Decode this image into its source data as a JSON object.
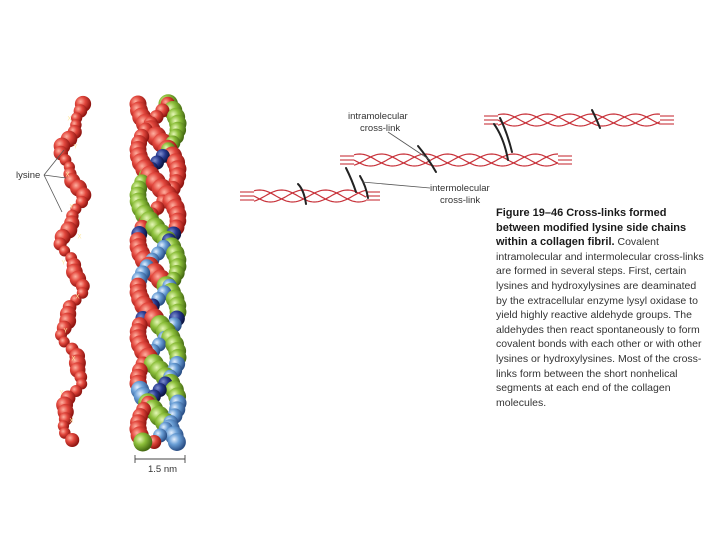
{
  "labels": {
    "lysine": "lysine",
    "intramolecular": [
      "intramolecular",
      "cross-link"
    ],
    "intermolecular": [
      "intermolecular",
      "cross-link"
    ],
    "scale": "1.5 nm"
  },
  "caption": {
    "figure_number": "Figure 19–46",
    "title": "Cross-links formed between modified lysine side chains within a collagen fibril.",
    "body": "Covalent intramolecular and intermolecular cross-links are formed in several steps. First, certain lysines and hydroxylysines are deaminated by the extracellular enzyme lysyl oxidase to yield highly reactive aldehyde groups. The aldehydes then react spontaneously to form covalent bonds with each other or with other lysines or hydroxylysines. Most of the cross-links form between the short nonhelical segments at each end of the collagen molecules."
  },
  "colors": {
    "red": "#d9423a",
    "green": "#8cbf3a",
    "blue": "#6a9fd6",
    "helix": "#c8333b",
    "link": "#222222"
  }
}
